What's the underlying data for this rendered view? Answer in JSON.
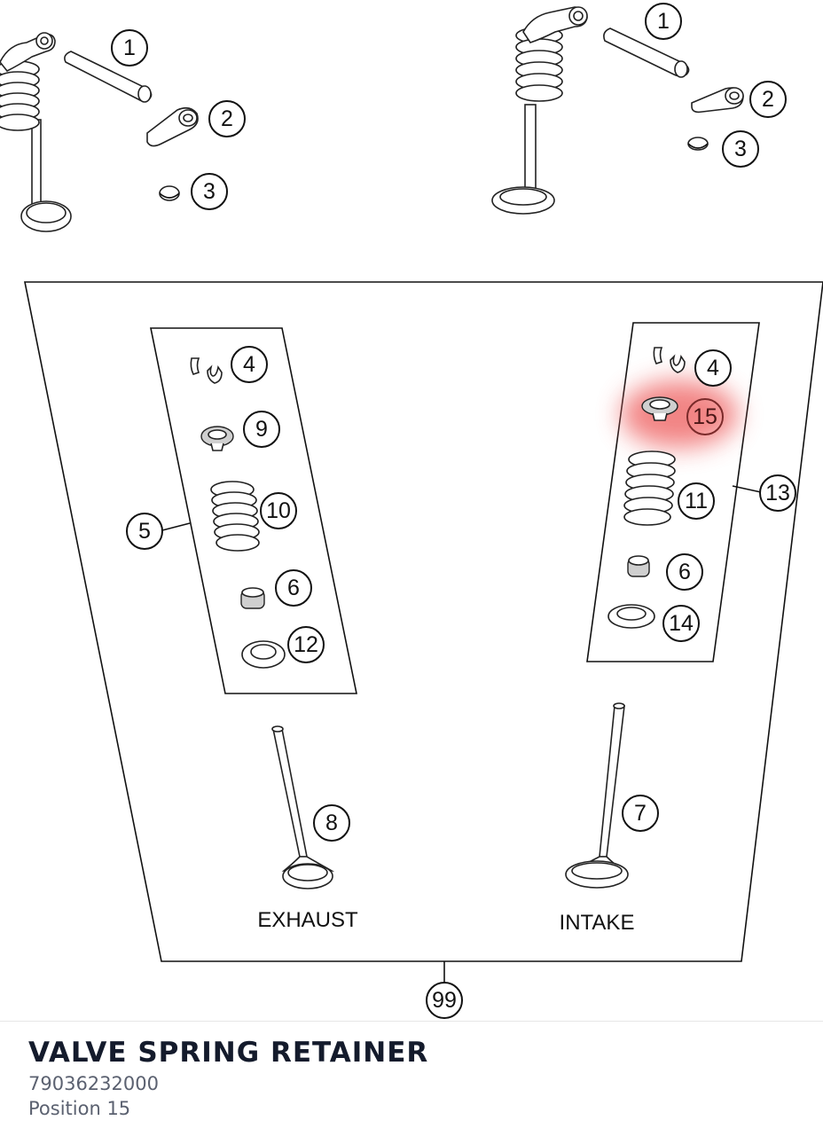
{
  "diagram": {
    "callouts": {
      "c1a": "1",
      "c2a": "2",
      "c3a": "3",
      "c1b": "1",
      "c2b": "2",
      "c3b": "3",
      "c4a": "4",
      "c9": "9",
      "c10": "10",
      "c5": "5",
      "c6a": "6",
      "c12": "12",
      "c4b": "4",
      "c15": "15",
      "c11": "11",
      "c13": "13",
      "c6b": "6",
      "c14": "14",
      "c8": "8",
      "c7": "7",
      "c99": "99"
    },
    "labels": {
      "exhaust": "EXHAUST",
      "intake": "INTAKE"
    },
    "highlight_color": "#f0706f"
  },
  "part": {
    "title": "VALVE SPRING RETAINER",
    "number": "79036232000",
    "position": "Position 15"
  }
}
